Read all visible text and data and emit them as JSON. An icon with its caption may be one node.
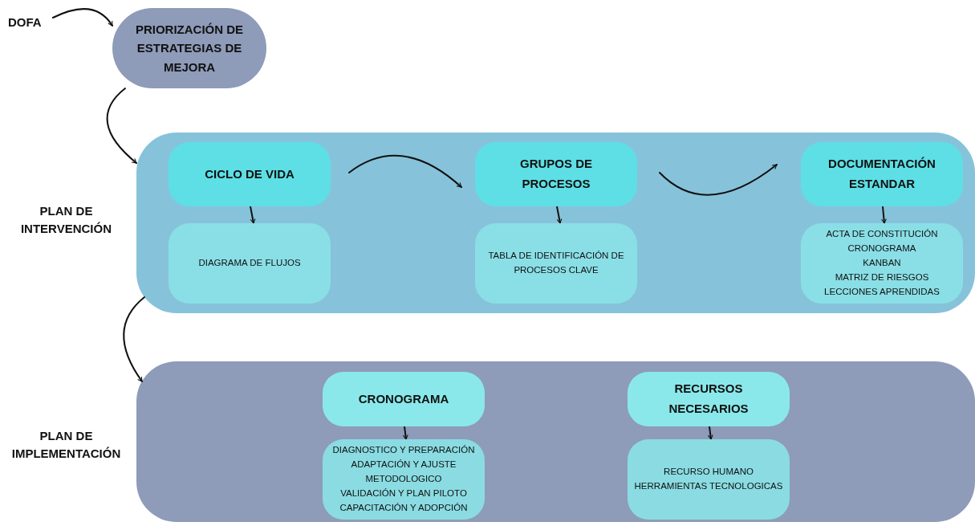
{
  "diagram": {
    "nodes": [
      {
        "text": [
          "DOFA"
        ]
      },
      {
        "text": [
          "PRIORIZACIÓN DE ESTRATEGIAS DE MEJORA"
        ]
      },
      {
        "text": [],
        "shape": "box",
        "beside": [
          "PLAN DE INTERVENCIÓN"
        ]
      },
      {
        "text": [
          "CICLO DE VIDA"
        ],
        "in": 2
      },
      {
        "text": [
          "DIAGRAMA DE FLUJOS"
        ],
        "in": 2
      },
      {
        "text": [
          "GRUPOS DE PROCESOS"
        ],
        "in": 2
      },
      {
        "text": [
          "TABLA DE IDENTIFICACIÓN DE PROCESOS CLAVE"
        ],
        "in": 2
      },
      {
        "text": [
          "DOCUMENTACIÓN ESTANDAR"
        ],
        "in": 2
      },
      {
        "text": [
          "ACTA DE CONSTITUCIÓN",
          "CRONOGRAMA",
          "KANBAN",
          "MATRIZ DE RIESGOS",
          "LECCIONES APRENDIDAS"
        ],
        "in": 2
      },
      {
        "text": [],
        "shape": "box",
        "beside": [
          "PLAN DE IMPLEMENTACIÓN"
        ]
      },
      {
        "text": [
          "CRONOGRAMA"
        ],
        "in": 9
      },
      {
        "text": [
          "DIAGNOSTICO Y PREPARACIÓN",
          "ADAPTACIÓN Y AJUSTE METODOLOGICO",
          "VALIDACIÓN Y PLAN PILOTO",
          "CAPACITACIÓN Y ADOPCIÓN"
        ],
        "in": 9
      },
      {
        "text": [
          "RECURSOS NECESARIOS"
        ],
        "in": 9
      },
      {
        "text": [
          "RECURSO HUMANO",
          "HERRAMIENTAS TECNOLOGICAS"
        ],
        "in": 9
      }
    ],
    "edges": [
      {
        "from": 0,
        "to": 1,
        "arrow": "to"
      },
      {
        "from": 1,
        "to": 2,
        "arrow": "to"
      },
      {
        "from": 3,
        "to": 4,
        "arrow": "to"
      },
      {
        "from": 3,
        "to": 5,
        "arrow": "to"
      },
      {
        "from": 5,
        "to": 6,
        "arrow": "to"
      },
      {
        "from": 5,
        "to": 7,
        "arrow": "to"
      },
      {
        "from": 7,
        "to": 8,
        "arrow": "to"
      },
      {
        "from": 2,
        "to": 9,
        "arrow": "to"
      },
      {
        "from": 10,
        "to": 11,
        "arrow": "to"
      },
      {
        "from": 12,
        "to": 13,
        "arrow": "to"
      }
    ]
  }
}
